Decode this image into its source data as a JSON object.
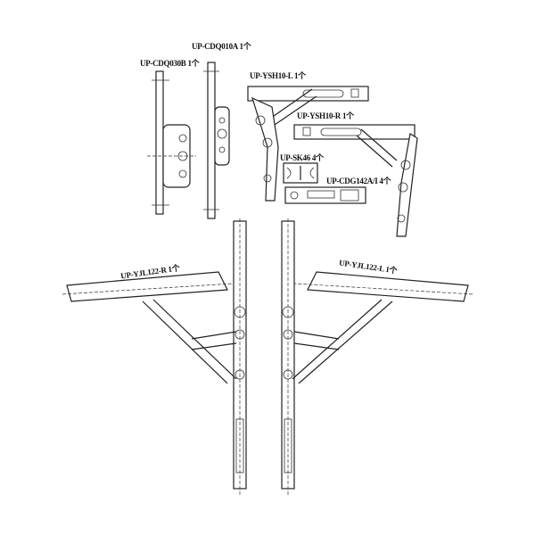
{
  "labels": {
    "cdq030b": "UP-CDQ030B 1个",
    "cdq010a": "UP-CDQ010A 1个",
    "ysh10l": "UP-YSH10-L 1个",
    "ysh10r": "UP-YSH10-R 1个",
    "sk46": "UP-SK46 4个",
    "cdg142a": "UP-CDG142A/I 4个",
    "yjl122r": "UP-YJL122-R 1个",
    "yjl122l": "UP-YJL122-L 1个"
  }
}
